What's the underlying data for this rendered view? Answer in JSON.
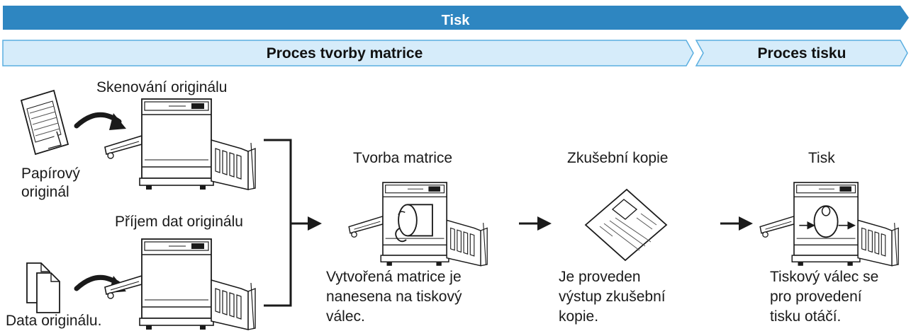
{
  "header": {
    "title": "Tisk",
    "stage_left": "Proces tvorby matrice",
    "stage_right": "Proces tisku"
  },
  "inputs": {
    "scan_label": "Skenování originálu",
    "paper_label_line1": "Papírový",
    "paper_label_line2": "originál",
    "data_receive_label": "Příjem dat originálu",
    "data_label": "Data originálu."
  },
  "steps": [
    {
      "title": "Tvorba matrice",
      "desc": [
        "Vytvořená matrice je",
        "nanesena na tiskový",
        "válec."
      ]
    },
    {
      "title": "Zkušební kopie",
      "desc": [
        "Je proveden",
        "výstup zkušební",
        "kopie."
      ]
    },
    {
      "title": "Tisk",
      "desc": [
        "Tiskový válec se",
        "pro provedení",
        "tisku otáčí."
      ]
    }
  ],
  "colors": {
    "banner_dark": "#2e86c1",
    "banner_light": "#d6ecfa",
    "banner_light_border": "#5aaee0",
    "ink": "#1a1a1a"
  },
  "icons": [
    "printer-icon",
    "paper-original-icon",
    "data-files-icon",
    "trial-copy-icon",
    "drum-icon",
    "arrow-icon"
  ]
}
